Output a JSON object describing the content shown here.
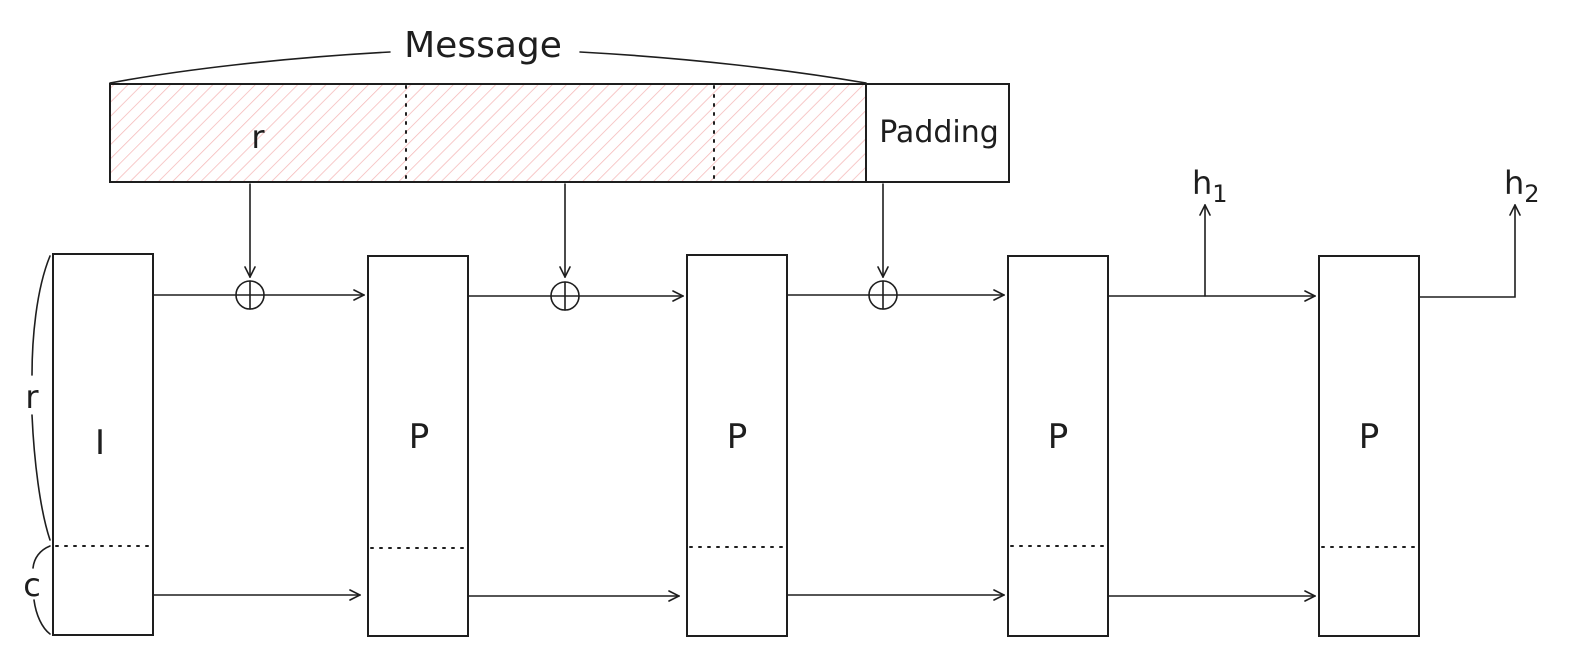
{
  "message": {
    "label": "Message",
    "rate_label": "r",
    "padding_label": "Padding",
    "hatch_color": "#f5b7b7"
  },
  "state": {
    "rate_label": "r",
    "capacity_label": "c"
  },
  "blocks": [
    {
      "label": "I"
    },
    {
      "label": "P"
    },
    {
      "label": "P"
    },
    {
      "label": "P"
    },
    {
      "label": "P"
    }
  ],
  "outputs": [
    {
      "base": "h",
      "sub": "1"
    },
    {
      "base": "h",
      "sub": "2"
    }
  ],
  "icons": {
    "xor": "circled-plus-icon",
    "arrow": "arrow-head-icon"
  }
}
